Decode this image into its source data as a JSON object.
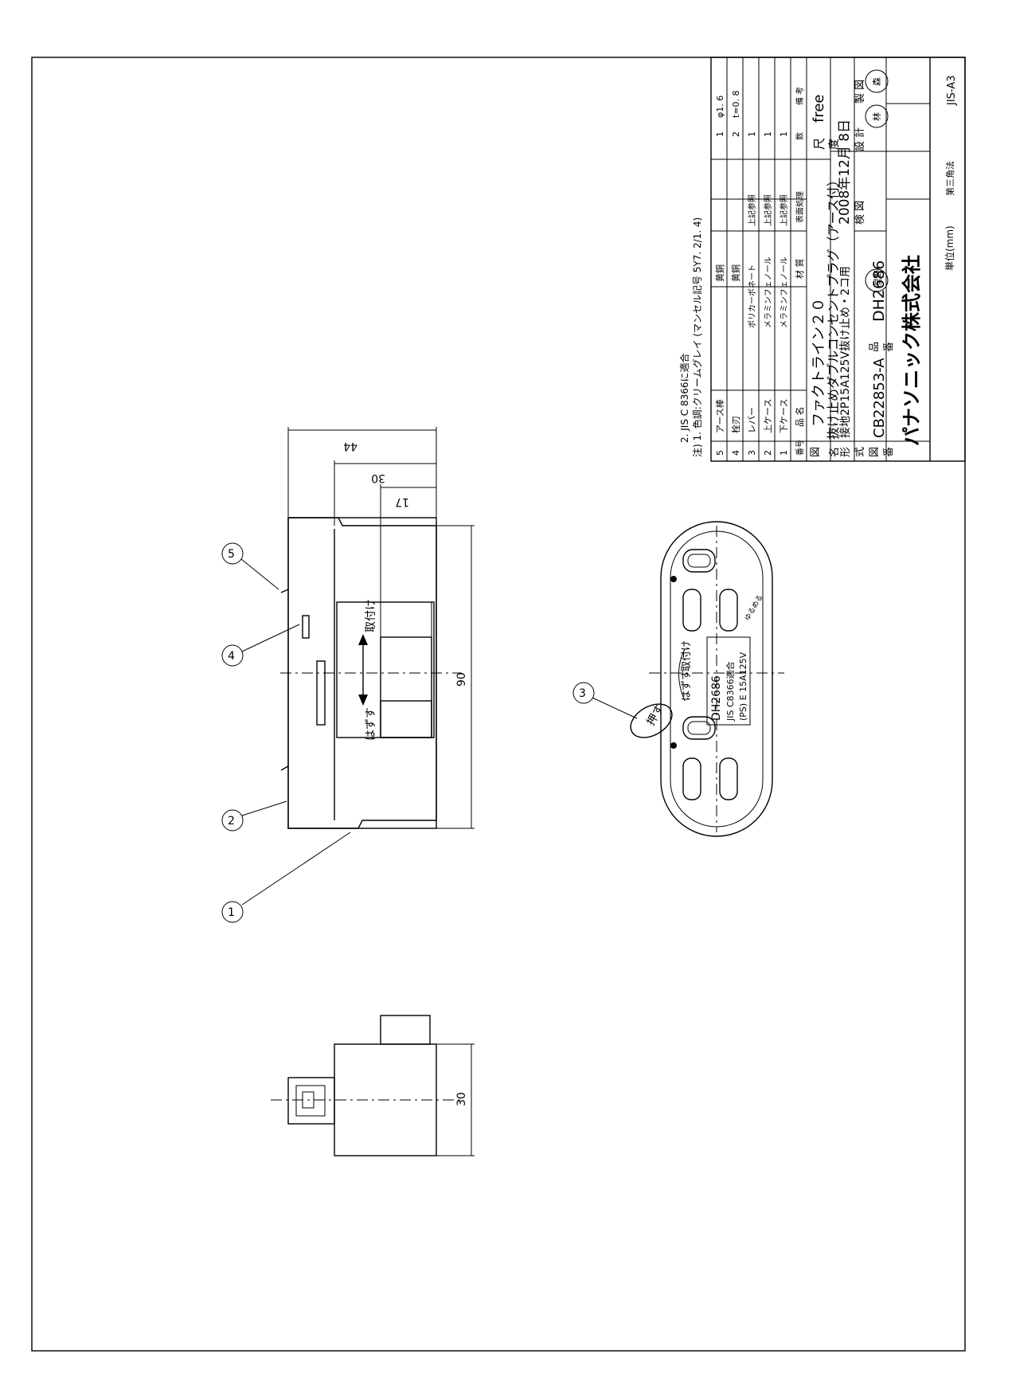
{
  "notes": {
    "note1": "注) 1. 色調:クリームグレイ (マンセル記号 5Y7. 2/1. 4)",
    "note2": "2. JIS C 8366に適合"
  },
  "parts_table": {
    "headers": {
      "no": "番号",
      "name": "品 名",
      "material": "材 質",
      "finish": "表面処理",
      "qty": "数",
      "remarks": "備 考"
    },
    "rows": [
      {
        "no": "5",
        "name": "アース棒",
        "material": "黄銅",
        "finish": "",
        "qty": "1",
        "remarks": "φ1. 6"
      },
      {
        "no": "4",
        "name": "栓刃",
        "material": "黄銅",
        "finish": "",
        "qty": "2",
        "remarks": "t=0. 8"
      },
      {
        "no": "3",
        "name": "レバー",
        "material": "ポリカーボネート",
        "finish": "上記参照",
        "qty": "1",
        "remarks": ""
      },
      {
        "no": "2",
        "name": "上ケース",
        "material": "メラミンフェノール",
        "finish": "上記参照",
        "qty": "1",
        "remarks": ""
      },
      {
        "no": "1",
        "name": "下ケース",
        "material": "メラミンフェノール",
        "finish": "上記参照",
        "qty": "1",
        "remarks": ""
      }
    ]
  },
  "title_block": {
    "zu": "図",
    "mei": "名",
    "kata": "形",
    "shiki": "式",
    "ban": "番",
    "title1": "ファクトライン２０",
    "title2": "抜け止めダブルコンセントプラグ（アース付）",
    "model_desc": "接地2P15A125V抜け止め・2コ用",
    "drawing_no": "CB22853-A",
    "hin_label": "品",
    "ban_label": "番",
    "product_no": "DH2686",
    "scale_label_1": "尺",
    "scale_label_2": "度",
    "scale_value": "free",
    "date": "2008年12月 8日",
    "check_label": "検 図",
    "design_label": "設 計",
    "drafting_label": "製 図",
    "stamp1": "星野",
    "stamp2": "林",
    "stamp3": "森",
    "company": "パナソニック株式会社",
    "unit": "単位(mm)",
    "projection": "第三角法",
    "sheet_size": "JIS-A3"
  },
  "dimensions": {
    "d44": "44",
    "d30_top": "30",
    "d17": "17",
    "d90": "90",
    "d30_side": "30"
  },
  "front_view": {
    "remove_label": "はずす",
    "attach_label": "取付け"
  },
  "plug_face": {
    "l1": "DH2686",
    "l2": "JIS C8366適合",
    "l3": "(PS) E 15A125V",
    "remove_label": "はずす",
    "attach_label": "取付け",
    "lever_label": "押す",
    "curve_label": "ゆるめる"
  },
  "balloons": [
    "1",
    "2",
    "3",
    "4",
    "5"
  ]
}
